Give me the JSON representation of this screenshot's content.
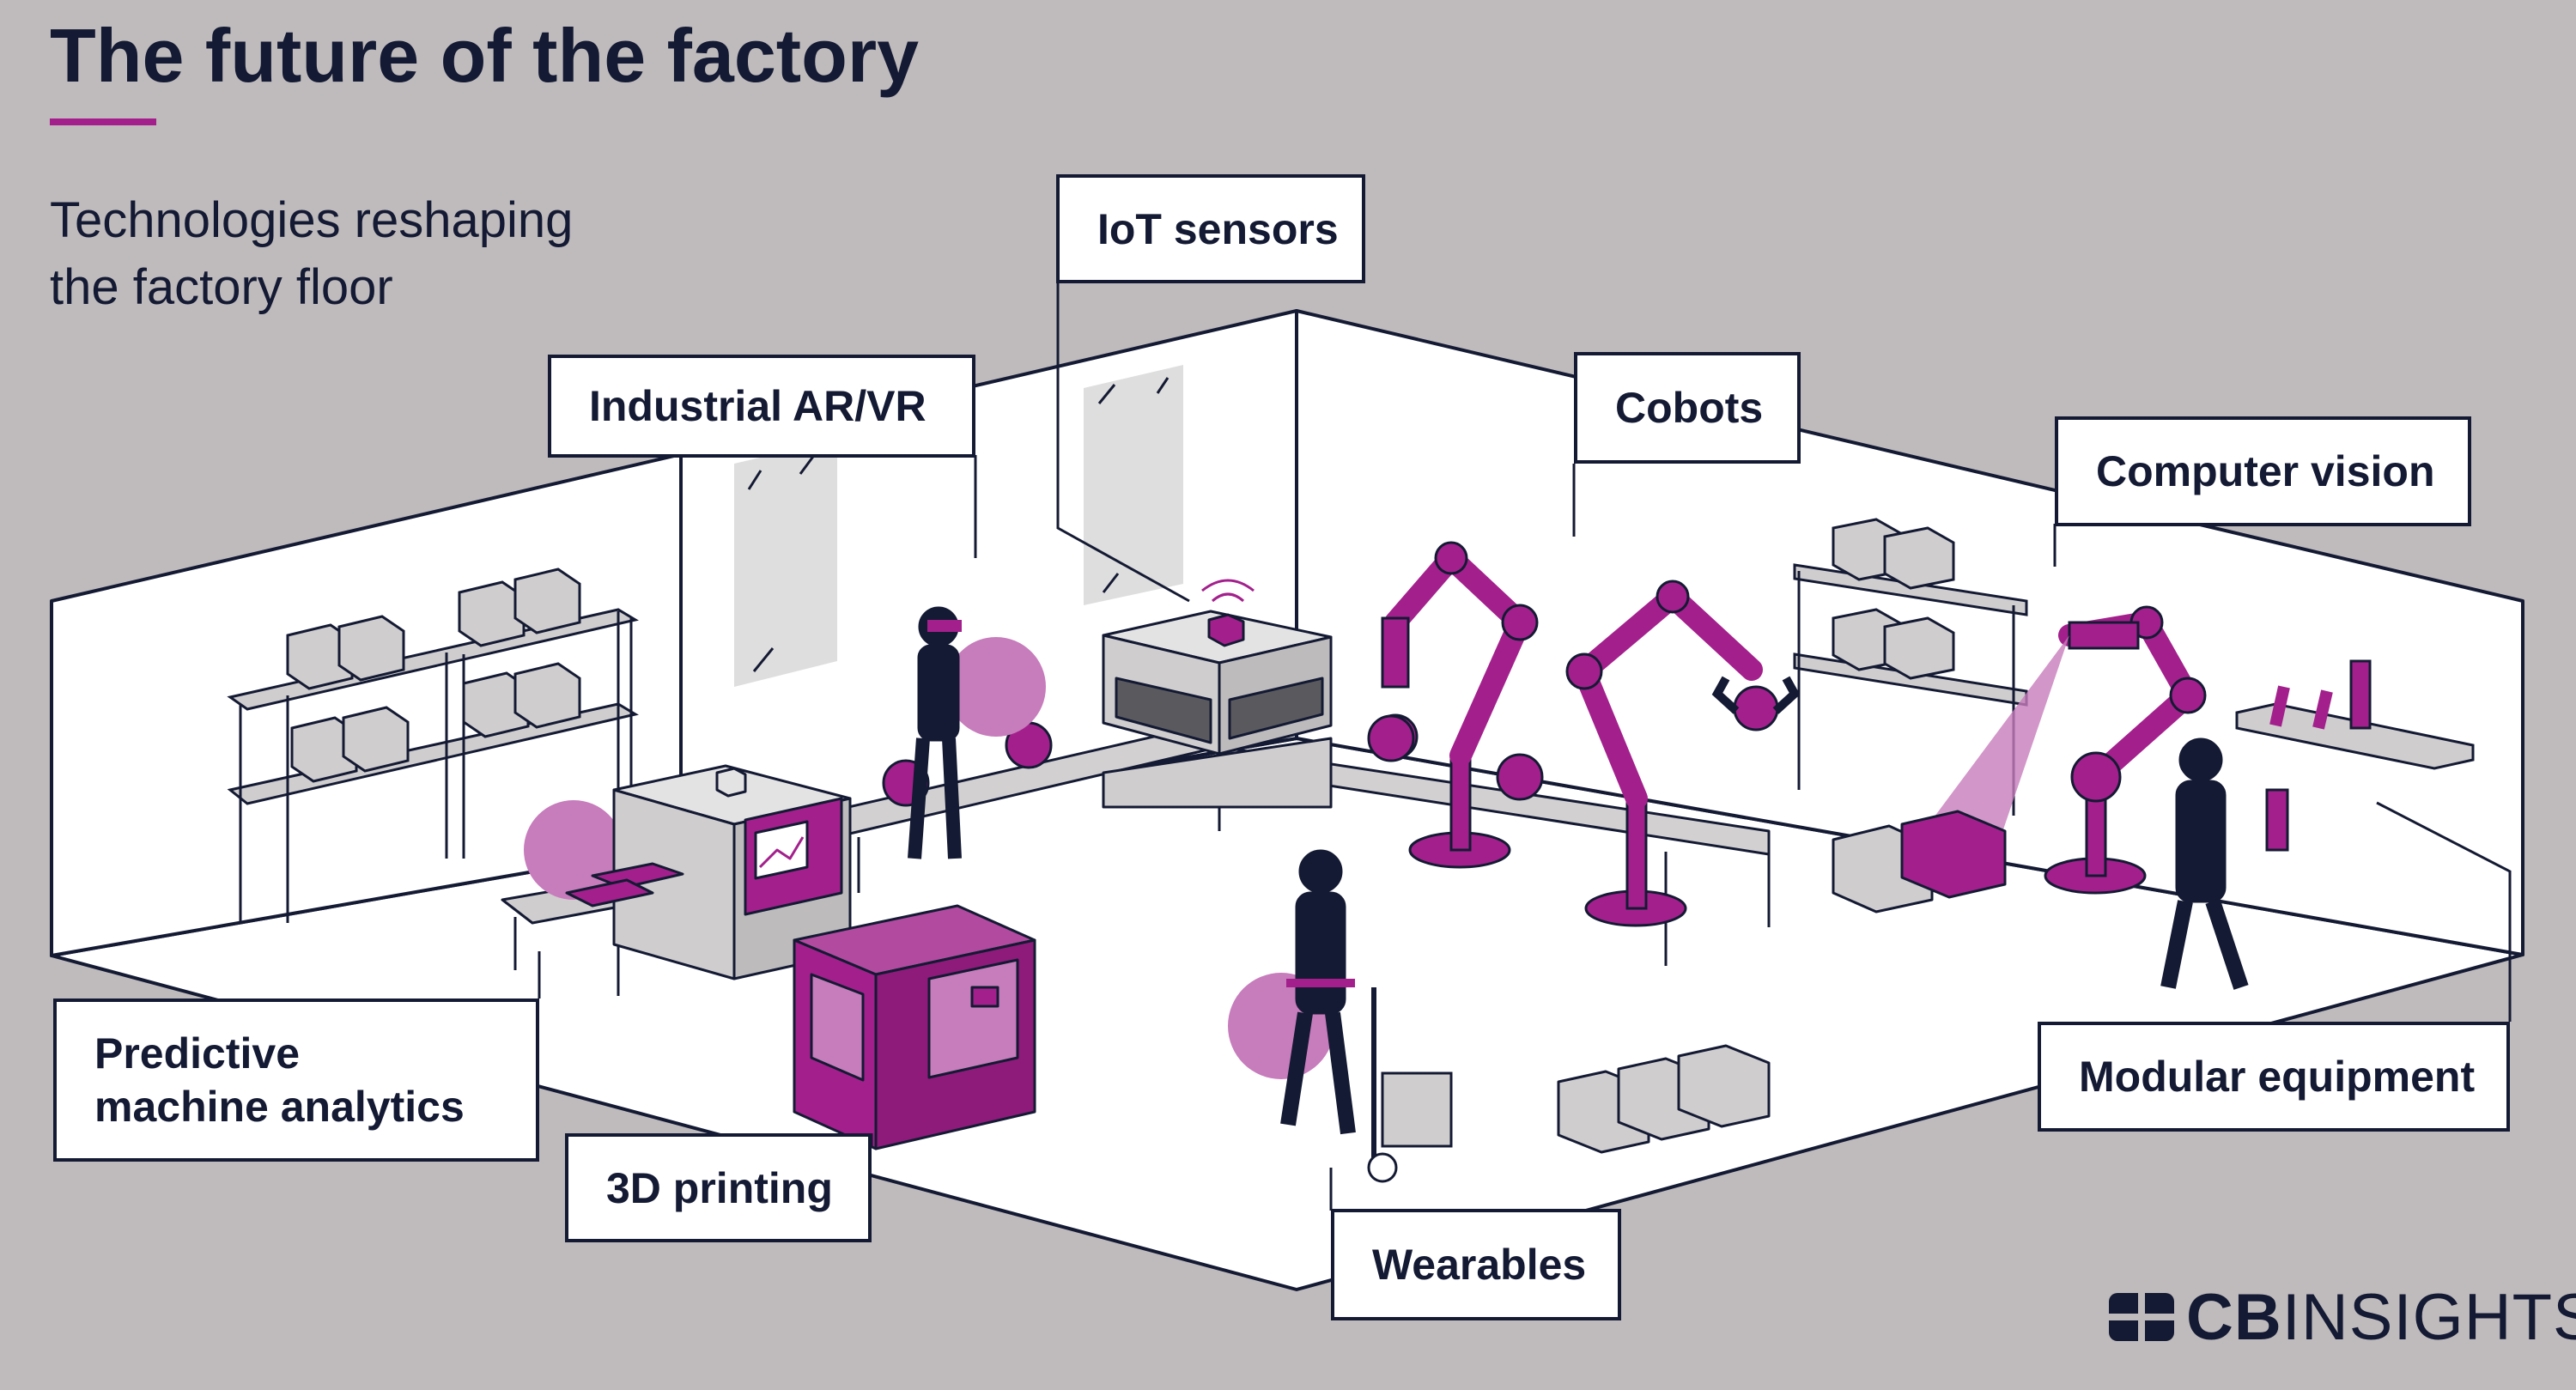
{
  "title": "The future of the factory",
  "subtitle_lines": [
    "Technologies reshaping",
    "the factory floor"
  ],
  "labels": {
    "iot": "IoT sensors",
    "arvr": "Industrial AR/VR",
    "cobots": "Cobots",
    "vision": "Computer vision",
    "predictive_1": "Predictive",
    "predictive_2": "machine analytics",
    "printing": "3D printing",
    "wearables": "Wearables",
    "modular": "Modular equipment"
  },
  "logo": {
    "bold": "CB",
    "rest": "INSIGHTS"
  },
  "colors": {
    "accent": "#a3208c",
    "accent_light": "#c77cbc",
    "ink": "#141a33",
    "wall": "#ffffff",
    "background": "#bfbbbc",
    "machine": "#d2d0d1"
  }
}
